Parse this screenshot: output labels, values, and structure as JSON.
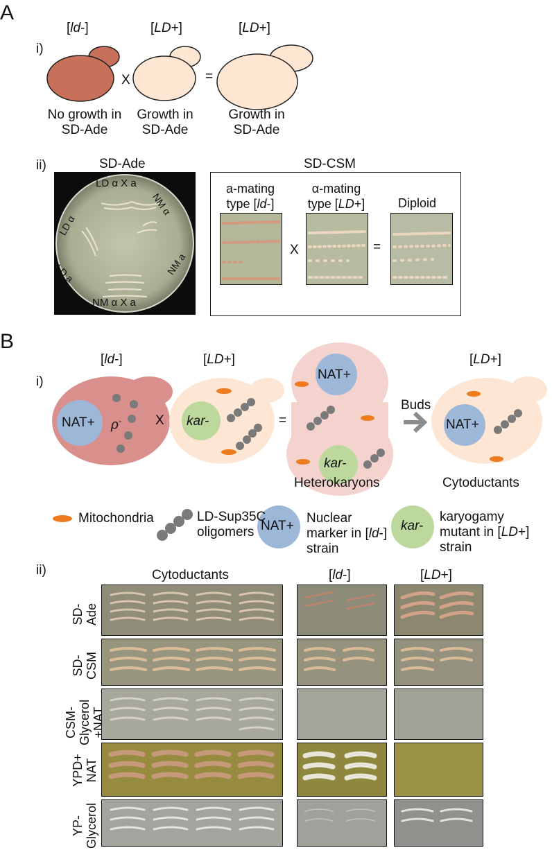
{
  "panel_A": {
    "letter": "A",
    "sub_i": "i)",
    "sub_ii": "ii)",
    "cross": {
      "cell1_label": [
        "[",
        "ld",
        "-]"
      ],
      "cell2_label": [
        "[",
        "LD",
        "+]"
      ],
      "cell3_label": [
        "[",
        "LD",
        "+]"
      ],
      "times": "X",
      "equals": "=",
      "cell1_caption": [
        "No growth in",
        "SD-Ade"
      ],
      "cell2_caption": [
        "Growth in",
        "SD-Ade"
      ],
      "cell3_caption": [
        "Growth in",
        "SD-Ade"
      ],
      "colors": {
        "ld_minus": "#c8705a",
        "LD_plus": "#fde6d2"
      }
    },
    "plate_title": "SD-Ade",
    "plate_sectors": {
      "ld_alpha_x_a": "LD α X a",
      "nm_alpha": "NM α",
      "ld_alpha": "LD α",
      "ld_a": "LD a",
      "nm_a": "NM a",
      "nm_alpha_x_a": "NM α X a"
    },
    "csm_box": {
      "title": "SD-CSM",
      "col1": [
        "a-mating",
        "type [",
        "ld",
        "-]"
      ],
      "col2": [
        "α-mating",
        "type [",
        "LD",
        "+]"
      ],
      "col3": "Diploid",
      "times": "X",
      "equals": "="
    }
  },
  "panel_B": {
    "letter": "B",
    "sub_i": "i)",
    "sub_ii": "ii)",
    "diagram": {
      "label_ld_minus": [
        "[",
        "ld",
        "-]"
      ],
      "label_LD_plus_1": [
        "[",
        "LD",
        "+]"
      ],
      "label_LD_plus_2": [
        "[",
        "LD",
        "+]"
      ],
      "nat": "NAT+",
      "rho": "ρ",
      "rho_sup": "-",
      "kar": "kar-",
      "times": "X",
      "equals": "=",
      "buds": "Buds",
      "heterokaryons": "Heterokaryons",
      "cytoductants": "Cytoductants",
      "colors": {
        "ld_cell": "#d98f8c",
        "ld_plus_cell": "#fde6d4",
        "hetero_cell": "#f4d3cf",
        "nat": "#9db7d9",
        "kar": "#bcd89c",
        "mito": "#ee7b1e",
        "oligo": "#7f7f7f",
        "arrow": "#8c8c8c"
      }
    },
    "legend": {
      "mitochondria": "Mitochondria",
      "oligomers": [
        "LD-Sup35C",
        "oligomers"
      ],
      "nat_icon": "NAT+",
      "nat_text": [
        "Nuclear",
        "marker in [",
        "ld",
        "-]",
        "strain"
      ],
      "kar_icon": "kar-",
      "kar_text": [
        "karyogamy",
        "mutant in [",
        "LD",
        "+]",
        "strain"
      ]
    },
    "grid": {
      "col_headers": [
        "Cytoductants",
        [
          "[",
          "ld",
          "-]"
        ],
        [
          "[",
          "LD",
          "+]"
        ]
      ],
      "row_labels": [
        [
          "SD-",
          "Ade"
        ],
        [
          "SD-",
          "CSM"
        ],
        [
          "CSM-",
          "Glycerol",
          "+NAT"
        ],
        [
          "YPD+",
          "NAT"
        ],
        [
          "YP-",
          "Glycerol"
        ]
      ]
    }
  }
}
